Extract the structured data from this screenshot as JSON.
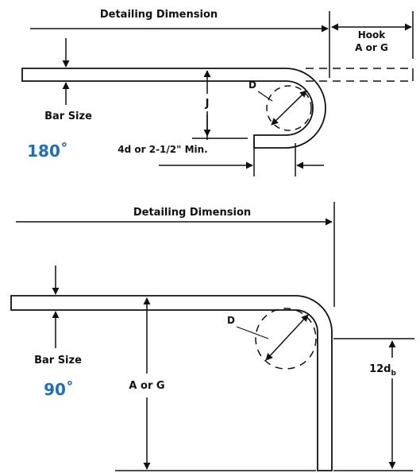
{
  "colors": {
    "ink": "#111111",
    "accent": "#1a6fc4"
  },
  "hook_180": {
    "detailing_dimension": "Detailing Dimension",
    "hook_label_line1": "Hook",
    "hook_label_line2": "A or G",
    "d_label": "D",
    "j_label": "J",
    "bar_size_label": "Bar Size",
    "angle_label": "180˚",
    "extension_label": "4d or 2-1/2\" Min."
  },
  "hook_90": {
    "detailing_dimension": "Detailing Dimension",
    "d_label": "D",
    "bar_size_label": "Bar Size",
    "angle_label": "90˚",
    "a_or_g_label": "A or G",
    "extension_label": "12d",
    "extension_subscript": "b"
  }
}
